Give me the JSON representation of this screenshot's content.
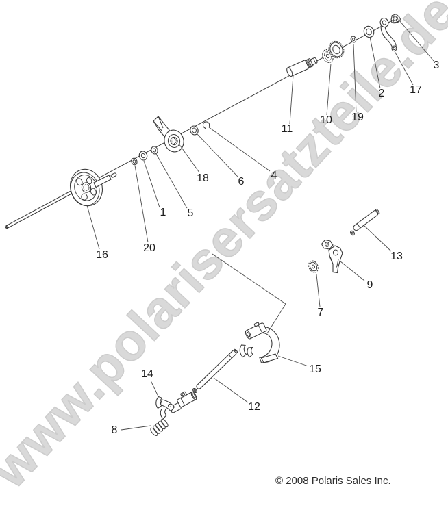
{
  "watermark": {
    "text": "www.polarisersatzteile.de"
  },
  "footer": {
    "copyright": "© 2008 Polaris Sales Inc."
  },
  "colors": {
    "line": "#3a3a3a",
    "label_text": "#1c1c1c",
    "watermark_gray": "#d9d9d9",
    "background": "#ffffff"
  },
  "part_labels": {
    "n1": "1",
    "n2": "2",
    "n3": "3",
    "n4": "4",
    "n5": "5",
    "n6": "6",
    "n7": "7",
    "n8": "8",
    "n9": "9",
    "n10": "10",
    "n11": "11",
    "n12": "12",
    "n13": "13",
    "n14": "14",
    "n15": "15",
    "n16": "16",
    "n17": "17",
    "n18": "18",
    "n19": "19",
    "n20": "20"
  }
}
